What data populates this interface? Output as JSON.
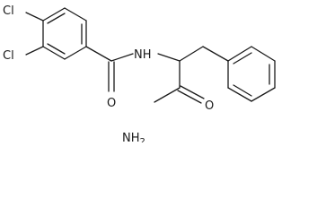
{
  "molecule": {
    "atom_labels": {
      "cl_para": "Cl",
      "cl_meta": "Cl",
      "nh": "NH",
      "o_amide": "O",
      "nh2": "NH2",
      "o_terminal": "O"
    },
    "nh2_parts": {
      "main": "NH",
      "subscript": "2"
    }
  }
}
